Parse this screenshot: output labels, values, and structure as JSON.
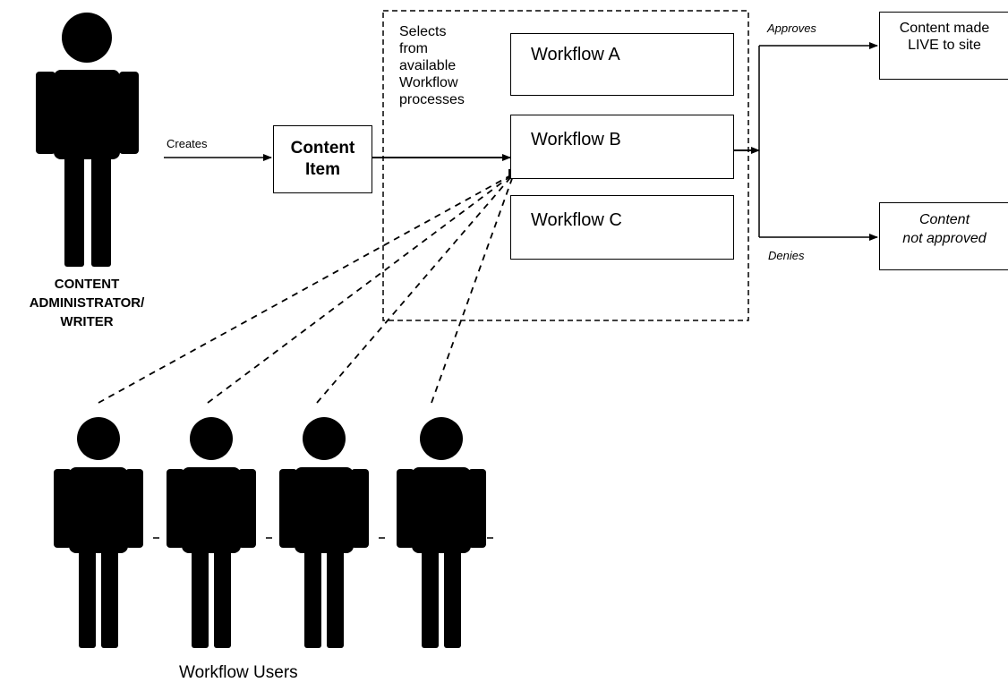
{
  "actor": {
    "role_lines": [
      "CONTENT",
      "ADMINISTRATOR/",
      "WRITER"
    ]
  },
  "arrows": {
    "creates": "Creates",
    "approves": "Approves",
    "denies": "Denies"
  },
  "content_item": {
    "lines": [
      "Content",
      "Item"
    ]
  },
  "selection_note": {
    "lines": [
      "Selects",
      "from",
      "available",
      "Workflow",
      "processes"
    ]
  },
  "workflows": [
    {
      "label": "Workflow A"
    },
    {
      "label": "Workflow B",
      "icon": "refresh-cycle-icon"
    },
    {
      "label": "Workflow C"
    }
  ],
  "outcomes": {
    "approved_lines": [
      "Content made",
      "LIVE to site"
    ],
    "denied_lines": [
      "Content",
      "not approved"
    ]
  },
  "users": {
    "caption": "Workflow Users",
    "count": 4
  },
  "colors": {
    "stroke": "#000000",
    "icon_fill": "#bdbdbd",
    "background": "#ffffff"
  }
}
